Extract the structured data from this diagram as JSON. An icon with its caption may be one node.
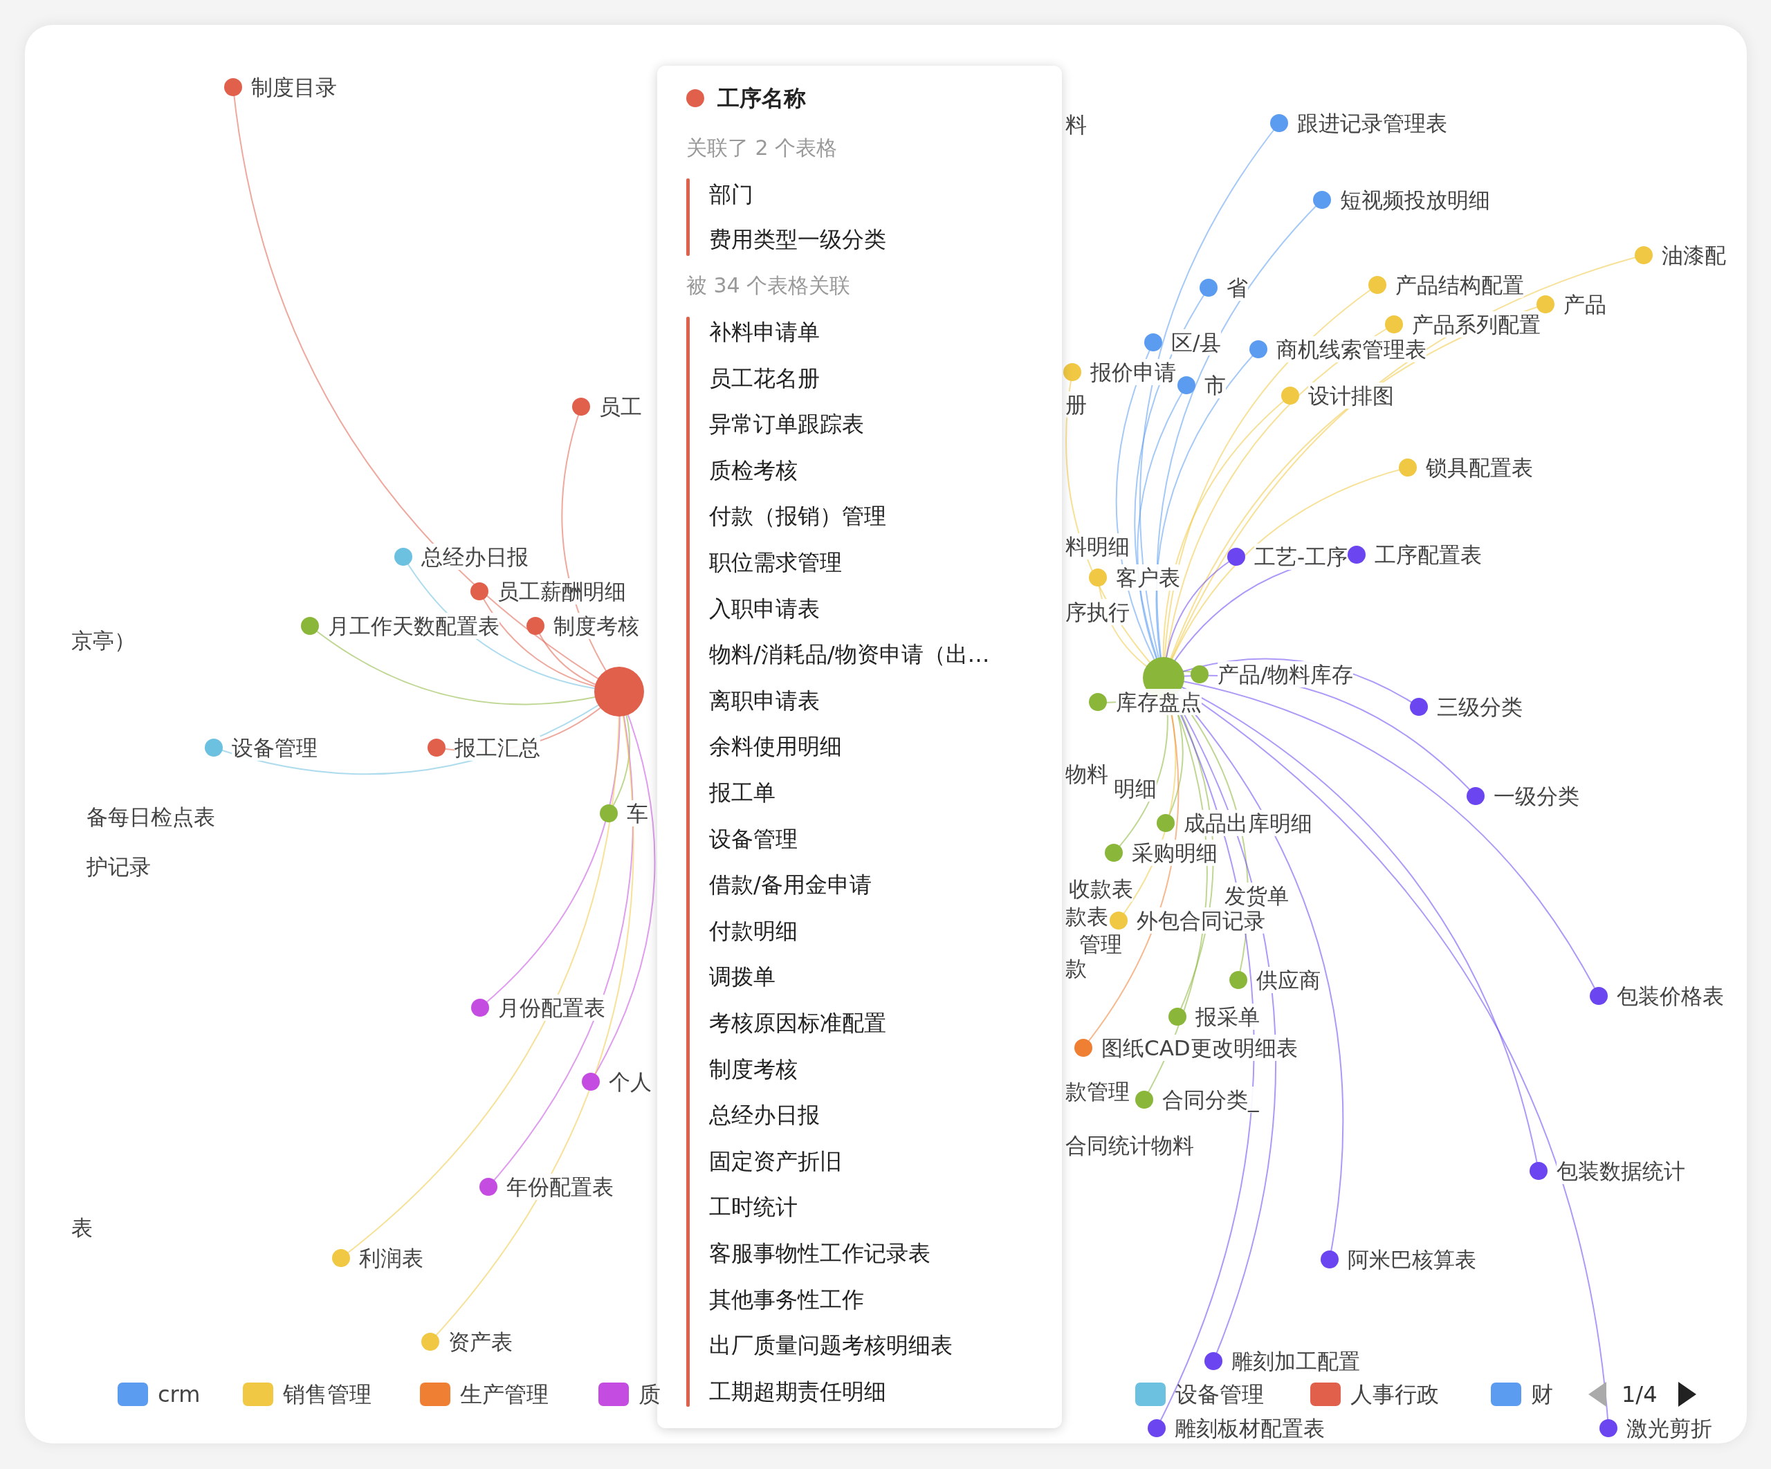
{
  "diagram": {
    "labels": [
      "制度目录",
      "员工",
      "总经办日报",
      "员工薪酬明细",
      "月工作天数配置表",
      "制度考核",
      "京亭）",
      "设备管理",
      "报工汇总",
      "备每日检点表",
      "护记录",
      "车",
      "月份配置表",
      "个人",
      "年份配置表",
      "表",
      "利润表",
      "资产表",
      "料",
      "跟进记录管理表",
      "短视频投放明细",
      "油漆配",
      "省",
      "产品结构配置",
      "产品",
      "产品系列配置",
      "区/县",
      "商机线索管理表",
      "报价申请",
      "册",
      "市",
      "设计排图",
      "锁具配置表",
      "料明细",
      "工艺-工序",
      "工序配置表",
      "客户表",
      "序执行",
      "产品/物料库存",
      "库存盘点",
      "三级分类",
      "物料",
      "明细",
      "一级分类",
      "成品出库明细",
      "采购明细",
      "收款表",
      "款表",
      "外包合同记录",
      "发货单",
      "管理",
      "款",
      "供应商",
      "包装价格表",
      "报采单",
      "图纸CAD更改明细表",
      "款管理",
      "合同分类_",
      "合同统计物料",
      "包装数据统计",
      "阿米巴核算表",
      "雕刻加工配置",
      "雕刻板材配置表",
      "激光剪折",
      "工序名称",
      "关联了 2 个表格",
      "部门",
      "费用类型一级分类",
      "被 34 个表格关联",
      "补料申请单",
      "员工花名册",
      "异常订单跟踪表",
      "质检考核",
      "付款（报销）管理",
      "职位需求管理",
      "入职申请表",
      "物料/消耗品/物资申请（出…",
      "离职申请表",
      "余料使用明细",
      "报工单",
      "设备管理",
      "借款/备用金申请",
      "付款明细",
      "调拨单",
      "考核原因标准配置",
      "制度考核",
      "总经办日报",
      "固定资产折旧",
      "工时统计",
      "客服事物性工作记录表",
      "其他事务性工作",
      "出厂质量问题考核明细表",
      "工期超期责任明细",
      "1/4"
    ],
    "legend": [
      {
        "text": "crm",
        "color": "#5b9cf0"
      },
      {
        "text": "销售管理",
        "color": "#f0c843"
      },
      {
        "text": "生产管理",
        "color": "#ef7f33"
      },
      {
        "text": "质",
        "color": "#c44ce0"
      },
      {
        "text": "设备管理",
        "color": "#6cc0e0"
      },
      {
        "text": "人事行政",
        "color": "#e0604c"
      },
      {
        "text": "财",
        "color": "#5b9cf0"
      }
    ]
  }
}
